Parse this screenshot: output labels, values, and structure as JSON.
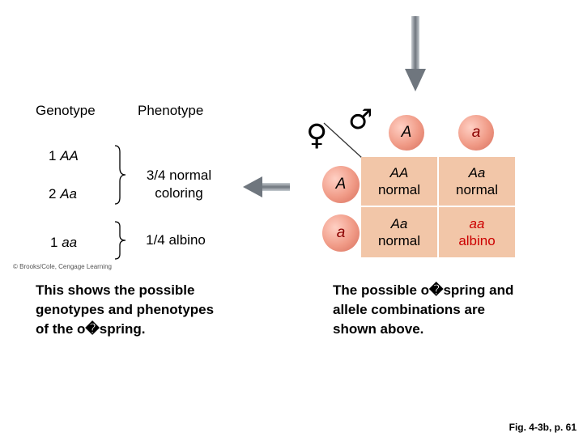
{
  "headers": {
    "genotype": "Genotype",
    "phenotype": "Phenotype"
  },
  "genotypes": [
    {
      "count": "1",
      "allele": "AA"
    },
    {
      "count": "2",
      "allele": "Aa"
    },
    {
      "count": "1",
      "allele": "aa"
    }
  ],
  "phenotypes": [
    {
      "line1": "3/4 normal",
      "line2": "coloring"
    },
    {
      "line1": "1/4 albino",
      "line2": ""
    }
  ],
  "copyright": "© Brooks/Cole, Cengage Learning",
  "left_caption": {
    "line1": "This shows the possible",
    "line2": "genotypes and phenotypes",
    "line3": "of the o�spring."
  },
  "right_caption": {
    "line1": "The possible o�spring and",
    "line2": "allele combinations are",
    "line3": "shown above."
  },
  "punnett": {
    "male_symbol": "♂",
    "female_symbol": "♀",
    "sperm_alleles": [
      "A",
      "a"
    ],
    "egg_alleles": [
      "A",
      "a"
    ],
    "cells": [
      {
        "genotype": "AA",
        "phenotype": "normal"
      },
      {
        "genotype": "Aa",
        "phenotype": "normal"
      },
      {
        "genotype": "Aa",
        "phenotype": "normal"
      },
      {
        "genotype": "aa",
        "phenotype": "albino"
      }
    ]
  },
  "figure_ref": "Fig. 4-3b, p. 61",
  "colors": {
    "cell_fill": "#f2c6a8",
    "albino_text": "#cc0000",
    "arrow_gray": "#7a8088"
  }
}
